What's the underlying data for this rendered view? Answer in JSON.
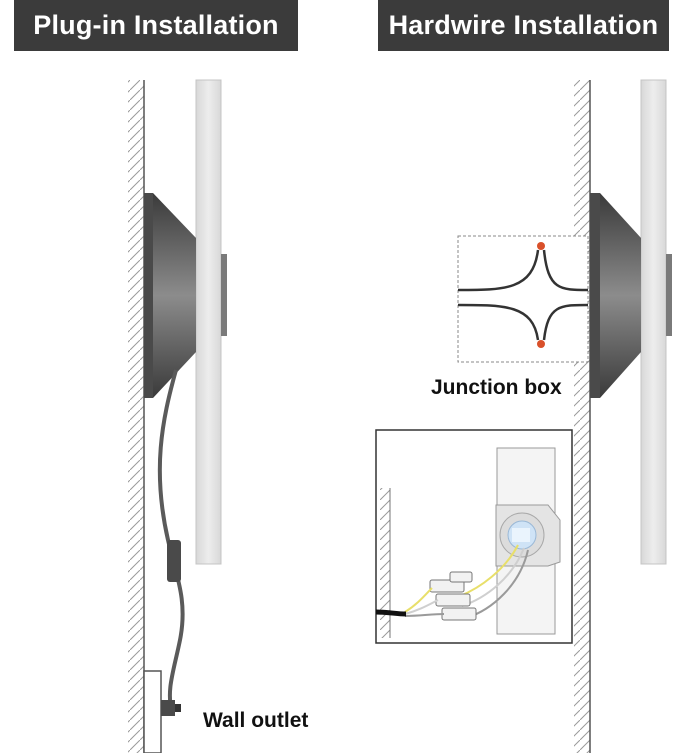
{
  "headers": {
    "plugin": "Plug-in Installation",
    "hardwire": "Hardwire Installation"
  },
  "labels": {
    "junction_box": "Junction box",
    "wall_outlet": "Wall outlet"
  },
  "colors": {
    "header_bg": "#3b3b3b",
    "header_text": "#ffffff",
    "wire_tip": "#d9502a",
    "cable": "#555555",
    "mirror_panel": "#e2e2e2"
  }
}
